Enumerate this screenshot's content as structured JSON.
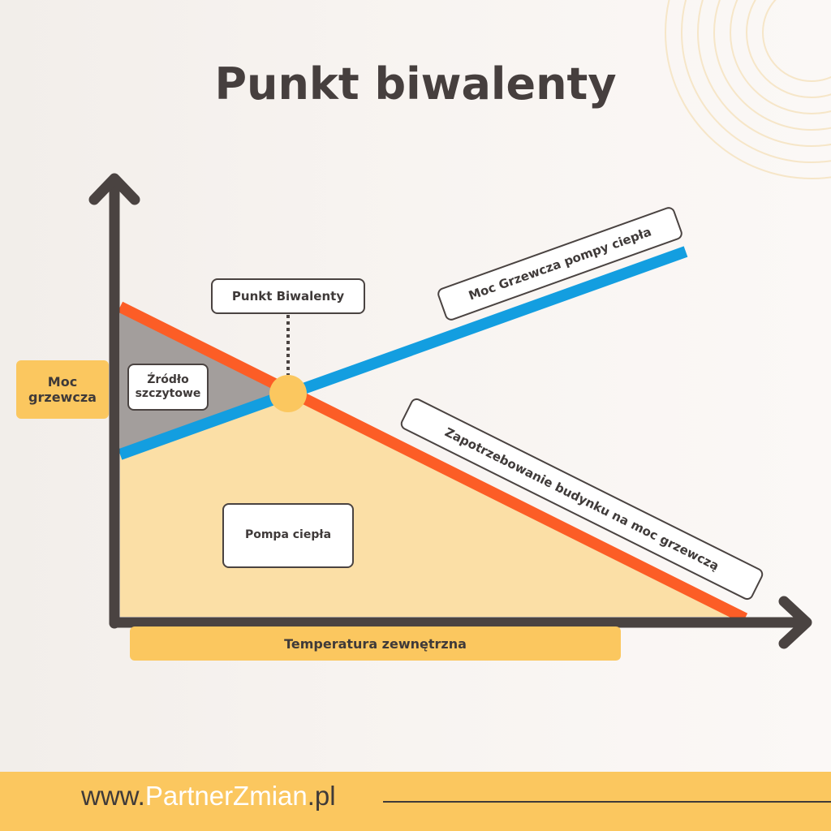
{
  "title": "Punkt biwalenty",
  "labels": {
    "punkt_biwalenty": "Punkt Biwalenty",
    "moc_pompy": "Moc Grzewcza pompy ciepła",
    "zrodlo_line1": "Źródło",
    "zrodlo_line2": "szczytowe",
    "pompa": "Pompa ciepła",
    "zapotrzebowanie": "Zapotrzebowanie budynku na moc grzewczą"
  },
  "axes": {
    "y_line1": "Moc",
    "y_line2": "grzewcza",
    "x": "Temperatura zewnętrzna"
  },
  "footer": {
    "url_prefix": "www.",
    "url_brand": "PartnerZmian",
    "url_suffix": ".pl"
  },
  "colors": {
    "demand_line": "#fc5d26",
    "heat_pump_line": "#139ee0",
    "heat_pump_area": "#fbdfa6",
    "peak_source_area": "#a39e9c",
    "axis": "#4a4341",
    "bivalent_point": "#fbc75f",
    "accent": "#fbc75f"
  }
}
